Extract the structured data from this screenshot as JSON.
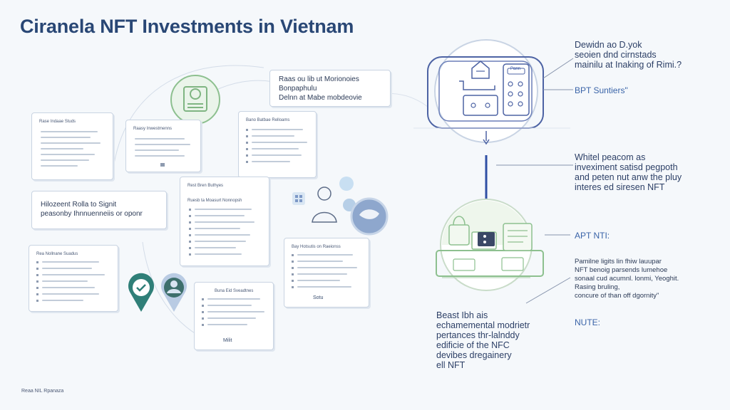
{
  "title": "Ciranela NFT Investments in Vietnam",
  "footer": "Reaa NIL Rpanaza",
  "top_note": [
    "Raas ou lib ut Morionoies",
    "Bonpaphulu",
    "Delnn at Mabe mobdeovie"
  ],
  "mid_note": [
    "Hilozeent Rolla to Signit",
    "peasonby Ihnnuenneiis or oponr"
  ],
  "cards": {
    "c1": "Rase Indaae Studs",
    "c2": "Raasy Inwestmenns",
    "c3": "Bano Batbae Relloams",
    "c4": "Rest Bren Buthyes",
    "c4b": "Ruesb ta Moasurt Nonnopsh",
    "c5": "Rea Nollnane Suadus",
    "c6": "Bay Hotsutis on Raeionss",
    "c7": "Buna Eid Sveadtnes",
    "c7_footer": "Milit",
    "c6_footer": "Sotu"
  },
  "right": {
    "note1": [
      "Dewidn ao D.yok",
      "seoien dnd cirnstads",
      "mainilu at Inaking of Rimi.?"
    ],
    "label1": "BPT Suntiers\"",
    "note2": [
      "Whitel peacom as",
      "inveximent satisd pegpoth",
      "and peten nut anw the pluy",
      "interes ed siresen NFT"
    ],
    "label2": "APT NTI:",
    "note3": [
      "Pamilne ligits lin fhiw lauupar",
      "NFT benoig parsends lumehoe",
      "sonaal cud acumnl. lonmi, Yeoghit.",
      "Rasing bruling,",
      "concure of than off dgornity\""
    ],
    "label3": "NUTE:",
    "device_tag": "Pann"
  },
  "bottom_note": [
    "Beast Ibh ais",
    "echamemental modrietr",
    "pertances thr-lalnddy",
    "edificie of the NFC",
    "devibes dregainery",
    "ell NFT"
  ],
  "colors": {
    "navy": "#294775",
    "blue_line": "#3d5fae",
    "green": "#8dc08f",
    "teal": "#2f7f78"
  }
}
